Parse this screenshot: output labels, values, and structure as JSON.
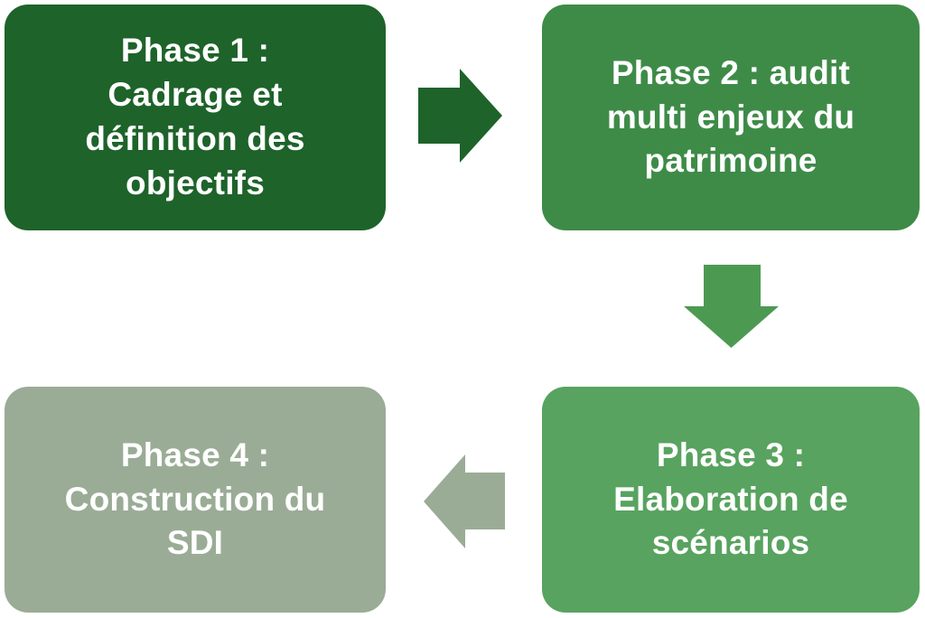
{
  "diagram": {
    "background_color": "#ffffff",
    "text_color": "#ffffff",
    "phases": [
      {
        "name": "phase-1",
        "label": "Phase 1 :\nCadrage et\ndéfinition des\nobjectifs",
        "color": "#1e632a"
      },
      {
        "name": "phase-2",
        "label": "Phase 2 : audit\nmulti enjeux du\npatrimoine",
        "color": "#3e8b48"
      },
      {
        "name": "phase-3",
        "label": "Phase 3 :\nElaboration de\nscénarios",
        "color": "#58a35f"
      },
      {
        "name": "phase-4",
        "label": "Phase 4 :\nConstruction du\nSDI",
        "color": "#9aac96"
      }
    ],
    "arrows": [
      {
        "name": "arrow-phase1-to-phase2",
        "direction": "right",
        "color": "#1e632a"
      },
      {
        "name": "arrow-phase2-to-phase3",
        "direction": "down",
        "color": "#4c9a52"
      },
      {
        "name": "arrow-phase3-to-phase4",
        "direction": "left",
        "color": "#9aac96"
      }
    ]
  }
}
